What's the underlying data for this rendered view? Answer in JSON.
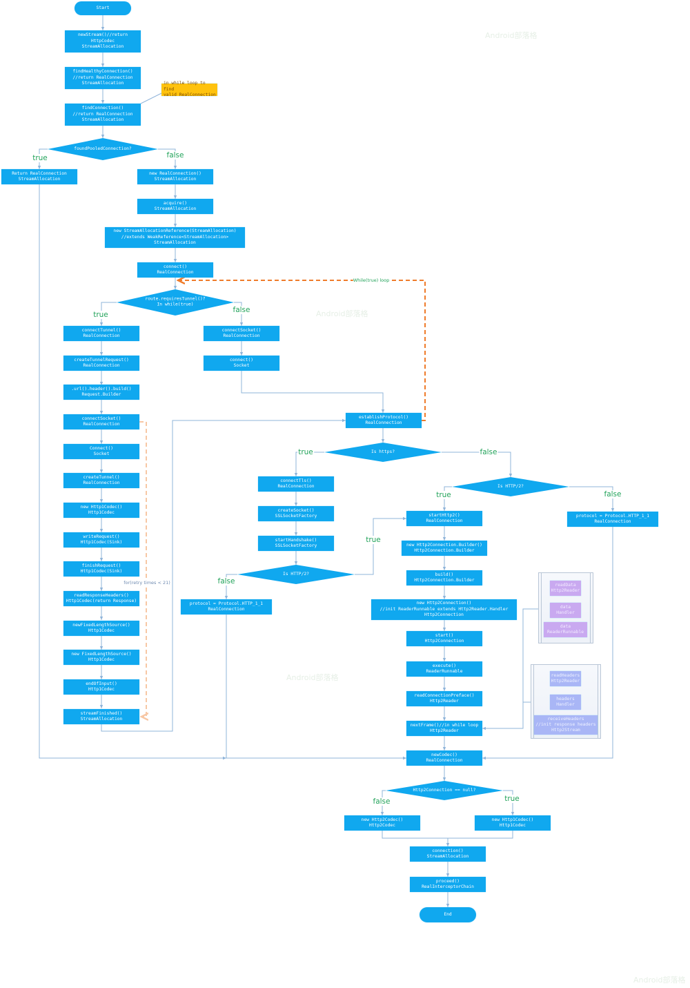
{
  "colors": {
    "node": "#10a8ef",
    "line": "#8fb4d9",
    "branch_label": "#22a35a",
    "loop": "#ef7b2a",
    "retry_loop": "#f7c7a4",
    "note": "#ffc20e",
    "purple": "#c9a9f0",
    "lavender": "#a9b6f6"
  },
  "nodes": {
    "start": "Start",
    "newStream": "newStream()//return\nHttpCodec\nStreamAllocation",
    "findHealthy": "findHealthyConnection()\n//return RealConnection\nStreamAllocation",
    "note": "in while loop to find\nvalid RealConnection",
    "findConnection": "findConnection()\n//return RealConnection\nStreamAllocation",
    "returnReal": "Return RealConnection\nStreamAllocation",
    "newReal": "new RealConnection()\nStreamAllocation",
    "acquire": "acquire()\nStreamAllocation",
    "newSAR": "new StreamAllocationReference(StreamAllocation)\n//extends WeakReference<StreamAllocation>\nStreamAllocation",
    "connect": "connect()\nRealConnection",
    "connectTunnel": "connectTunnel()\nRealConnection",
    "createTunnelRequest": "createTunnelRequest()\nRealConnection",
    "urlBuild": ".url().header().build()\nRequest.Builder",
    "connectSocketL": "connectSocket()\nRealConnection",
    "socketConnect": "Connect()\nSocket",
    "createTunnel": "createTunnel()\nRealConnection",
    "newHttp1CodecL": "new Http1Codec()\nHttp1Codec",
    "writeRequest": "writeRequest()\nHttp1Codec(Sink)",
    "finishRequest": "finishRequest()\nHttp1Codec(Sink)",
    "readResponseHeaders": "readResponseHeaders()\nHttp1Codec(return Response)",
    "newFixedLengthSource": "newFixedLengthSource()\nHttp1Codec",
    "newFixedLengthSource2": "new FixedLengthSource()\nHttp1Codec",
    "endOfInput": "endOfInput()\nHttp1Codec",
    "streamFinished": "streamFinished()\nStreamAllocation",
    "connectSocketR": "connectSocket()\nRealConnection",
    "connectR": "connect()\nSocket",
    "establish": "establishProtocol()\nRealConnection",
    "connectTls": "connectTls()\nRealConnection",
    "createSocket": "createSocket()\nSSLSocketFactory",
    "startHandshake": "startHandshake()\nSSLSocketFactory",
    "protoL": "protocol = Protocol.HTTP_1_1\nRealConnection",
    "startHttp2": "startHttp2()\nRealConnection",
    "newBuilder": "new Http2Connection.Builder()\nHttp2Connection.Builder",
    "build": "build()\nHttp2Connection.Builder",
    "newH2Conn": "new Http2Connection()\n//init ReaderRunnable extends Http2Reader.Handler\nHttp2Connection",
    "startConn": "start()\nHttp2Connection",
    "execute": "execute()\nReaderRunnable",
    "readPreface": "readConnectionPreface()\nHttp2Reader",
    "nextFrame": "nextFrame()//in while loop\nHttp2Reader",
    "newCodec": "newCodec()\nRealConnection",
    "protoR": "protocol = Protocol.HTTP_1_1\nRealConnection",
    "newH2Codec": "new Http2Codec()\nHttp2Codec",
    "newH1Codec": "new Http1Codec()\nHttp1Codec",
    "connection": "connection()\nStreamAllocation",
    "proceed": "proceed()\nRealInterceptorChain",
    "end": "End",
    "readData": "readData\nHttp2Reader",
    "dataHandler": "data\nHandler",
    "dataRunnable": "data\nReaderRunnable",
    "readHeaders": "readHeaders\nHttp2Reader",
    "headersHandler": "headers\nHandler",
    "receiveHeaders": "receiveHeaders\n//init response headers\nHttp2Stream"
  },
  "decisions": {
    "foundPooled": "foundPooledConnection?",
    "requiresTunnel": "route.requiresTunnel()?\nIn while(true)",
    "isHttps": "Is https?",
    "isHttp2L": "Is HTTP/2?",
    "isHttp2R": "Is HTTP/2?",
    "h2Null": "Http2Connection == null?"
  },
  "branches": {
    "b1": "true",
    "b2": "false",
    "b3": "true",
    "b4": "false",
    "b5": "true",
    "b6": "false",
    "b7": "false",
    "b8": "true",
    "b9": "true",
    "b10": "false",
    "b11": "false",
    "b12": "true"
  },
  "annotations": {
    "whileLoop": "While(true) loop",
    "retry": "for(retry times < 21)"
  },
  "watermark": "Android部落格"
}
